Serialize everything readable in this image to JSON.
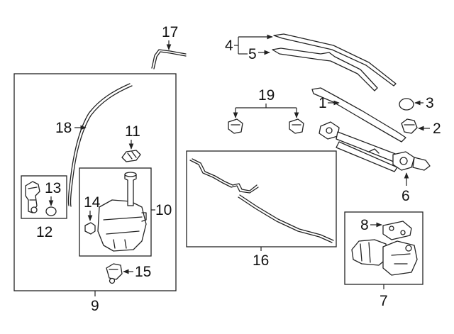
{
  "diagram": {
    "title": "Windshield wiper and washer components",
    "callouts": {
      "c1": "1",
      "c2": "2",
      "c3": "3",
      "c4": "4",
      "c5": "5",
      "c6": "6",
      "c7": "7",
      "c8": "8",
      "c9": "9",
      "c10": "10",
      "c11": "11",
      "c12": "12",
      "c13": "13",
      "c14": "14",
      "c15": "15",
      "c16": "16",
      "c17": "17",
      "c18": "18",
      "c19": "19"
    }
  }
}
